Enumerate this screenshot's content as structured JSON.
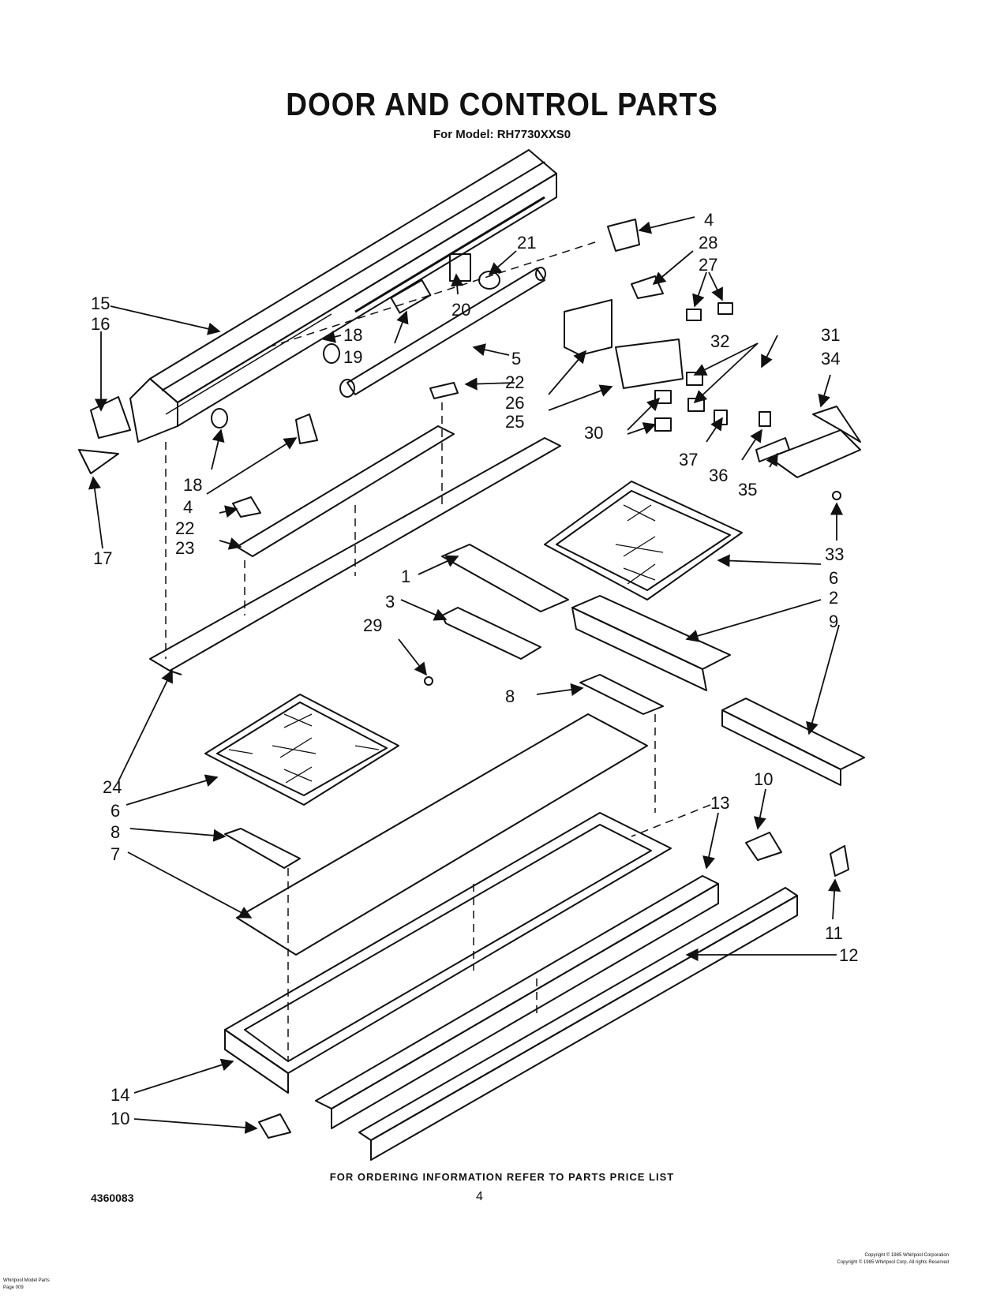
{
  "title": "DOOR AND CONTROL PARTS",
  "subtitle": "For Model: RH7730XXS0",
  "footer_note": "FOR ORDERING INFORMATION REFER TO PARTS PRICE LIST",
  "doc_number": "4360083",
  "page_number": "4",
  "copyright_line_1": "Copyright © 1985 Whirlpool Corporation",
  "copyright_line_2": "Copyright © 1985 Whirlpool Corp. All rights Reserved",
  "corner_line_1": "Whirlpool Model Parts",
  "corner_line_2": "Page 009",
  "callouts": {
    "c1": "1",
    "c2": "2",
    "c3": "3",
    "c4a": "4",
    "c4b": "4",
    "c5": "5",
    "c6a": "6",
    "c6b": "6",
    "c7": "7",
    "c8a": "8",
    "c8b": "8",
    "c9": "9",
    "c10a": "10",
    "c10b": "10",
    "c11": "11",
    "c12": "12",
    "c13": "13",
    "c14": "14",
    "c15": "15",
    "c16": "16",
    "c17": "17",
    "c18a": "18",
    "c18b": "18",
    "c19": "19",
    "c20": "20",
    "c21": "21",
    "c22a": "22",
    "c22b": "22",
    "c23": "23",
    "c24": "24",
    "c25": "25",
    "c26": "26",
    "c27": "27",
    "c28": "28",
    "c29": "29",
    "c30": "30",
    "c31": "31",
    "c32": "32",
    "c33": "33",
    "c34": "34",
    "c35": "35",
    "c36": "36",
    "c37": "37"
  }
}
